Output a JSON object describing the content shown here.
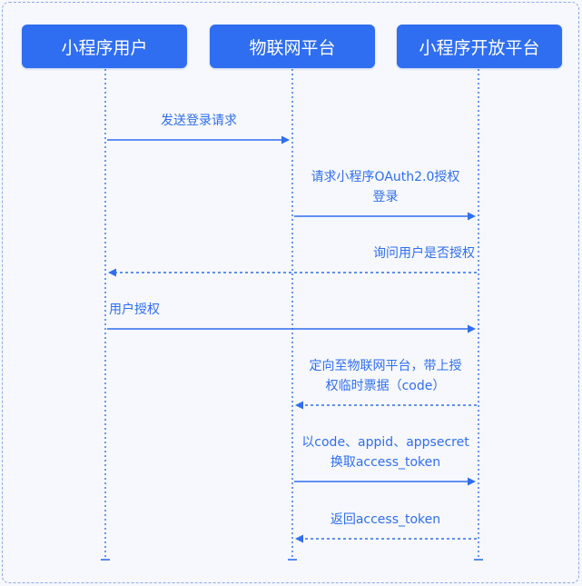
{
  "participants": [
    {
      "id": "user",
      "label": "小程序用户"
    },
    {
      "id": "iot",
      "label": "物联网平台"
    },
    {
      "id": "open",
      "label": "小程序开放平台"
    }
  ],
  "messages": [
    {
      "from": "user",
      "to": "iot",
      "style": "solid",
      "lines": [
        "发送登录请求"
      ]
    },
    {
      "from": "iot",
      "to": "open",
      "style": "solid",
      "lines": [
        "请求小程序OAuth2.0授权",
        "登录"
      ]
    },
    {
      "from": "open",
      "to": "user",
      "style": "dashed",
      "lines": [
        "询问用户是否授权"
      ]
    },
    {
      "from": "user",
      "to": "open",
      "style": "solid",
      "lines": [
        "用户授权"
      ]
    },
    {
      "from": "open",
      "to": "iot",
      "style": "dashed",
      "lines": [
        "定向至物联网平台，带上授",
        "权临时票据（code）"
      ]
    },
    {
      "from": "iot",
      "to": "open",
      "style": "solid",
      "lines": [
        "以code、appid、appsecret",
        "换取access_token"
      ]
    },
    {
      "from": "open",
      "to": "iot",
      "style": "dashed",
      "lines": [
        "返回access_token"
      ]
    }
  ],
  "colors": {
    "accent": "#2f6ef1",
    "background": "#f6f8fd",
    "frame": "#8fa8ea"
  }
}
